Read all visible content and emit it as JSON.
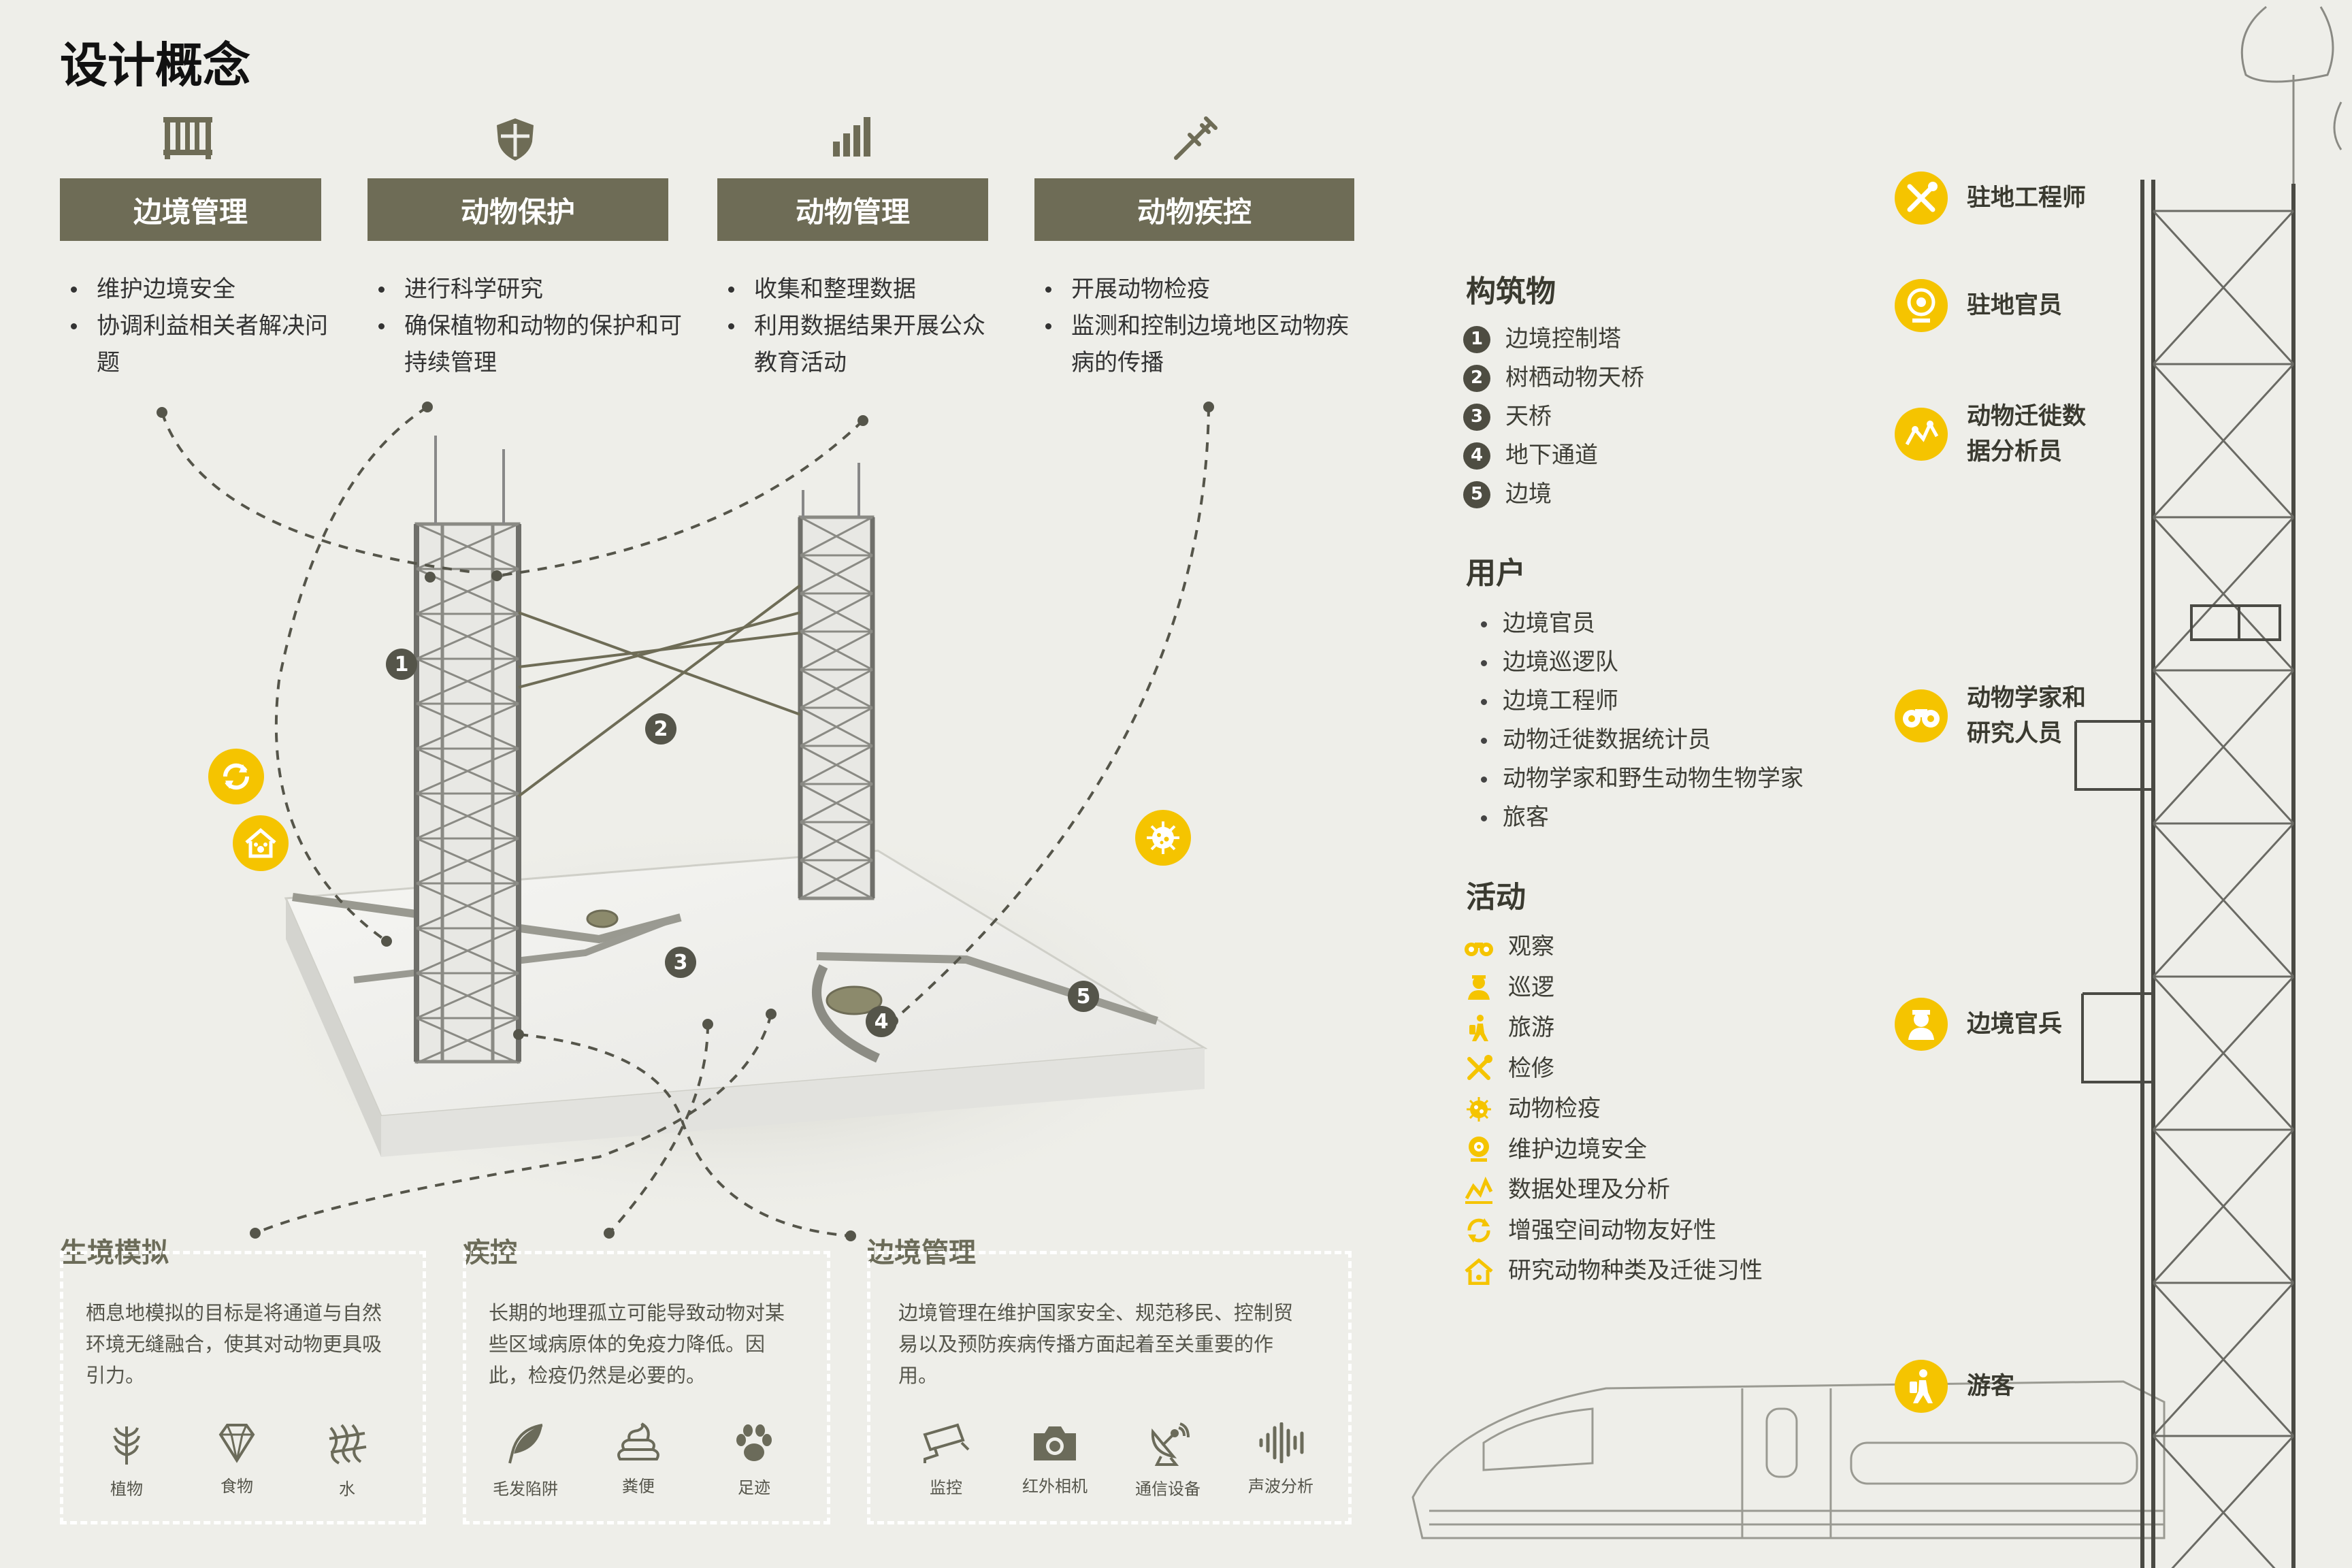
{
  "page_title": "设计概念",
  "tabs": [
    {
      "label": "边境管理",
      "icon": "fence-icon",
      "items": [
        "维护边境安全",
        "协调利益相关者解决问题"
      ]
    },
    {
      "label": "动物保护",
      "icon": "shield-icon",
      "items": [
        "进行科学研究",
        "确保植物和动物的保护和可持续管理"
      ]
    },
    {
      "label": "动物管理",
      "icon": "bar-chart-icon",
      "items": [
        "收集和整理数据",
        "利用数据结果开展公众教育活动"
      ]
    },
    {
      "label": "动物疾控",
      "icon": "syringe-icon",
      "items": [
        "开展动物检疫",
        "监测和控制边境地区动物疾病的传播"
      ]
    }
  ],
  "structures": {
    "heading": "构筑物",
    "items": [
      {
        "num": "1",
        "label": "边境控制塔"
      },
      {
        "num": "2",
        "label": "树栖动物天桥"
      },
      {
        "num": "3",
        "label": "天桥"
      },
      {
        "num": "4",
        "label": "地下通道"
      },
      {
        "num": "5",
        "label": "边境"
      }
    ]
  },
  "users": {
    "heading": "用户",
    "items": [
      "边境官员",
      "边境巡逻队",
      "边境工程师",
      "动物迁徙数据统计员",
      "动物学家和野生动物生物学家",
      "旅客"
    ]
  },
  "activities": {
    "heading": "活动",
    "items": [
      {
        "icon": "binoculars-icon",
        "label": "观察"
      },
      {
        "icon": "patrol-person-icon",
        "label": "巡逻"
      },
      {
        "icon": "traveler-icon",
        "label": "旅游"
      },
      {
        "icon": "tools-icon",
        "label": "检修"
      },
      {
        "icon": "virus-icon",
        "label": "动物检疫"
      },
      {
        "icon": "webcam-icon",
        "label": "维护边境安全"
      },
      {
        "icon": "data-line-icon",
        "label": "数据处理及分析"
      },
      {
        "icon": "refresh-icon",
        "label": "增强空间动物友好性"
      },
      {
        "icon": "animal-house-icon",
        "label": "研究动物种类及迁徙习性"
      }
    ],
    "accent_color": "#f5c400"
  },
  "roles": [
    {
      "icon": "tools-icon",
      "lines": [
        "驻地工程师"
      ]
    },
    {
      "icon": "webcam-icon",
      "lines": [
        "驻地官员"
      ]
    },
    {
      "icon": "data-line-icon",
      "lines": [
        "动物迁徙数",
        "据分析员"
      ]
    },
    {
      "icon": "binoculars-icon",
      "lines": [
        "动物学家和",
        "研究人员"
      ]
    },
    {
      "icon": "officer-icon",
      "lines": [
        "边境官兵"
      ]
    },
    {
      "icon": "traveler-icon",
      "lines": [
        "游客"
      ]
    }
  ],
  "diagram": {
    "markers": [
      "1",
      "2",
      "3",
      "4",
      "5"
    ],
    "side_icons": [
      "refresh-icon",
      "animal-house-icon",
      "virus-icon"
    ]
  },
  "cards": [
    {
      "heading": "生境模拟",
      "text": [
        "栖息地模拟的目标是将通道与自然",
        "环境无缝融合，使其对动物更具吸",
        "引力。"
      ],
      "icons": [
        {
          "icon": "plant-icon",
          "label": "植物"
        },
        {
          "icon": "gem-icon",
          "label": "食物"
        },
        {
          "icon": "water-icon",
          "label": "水"
        }
      ]
    },
    {
      "heading": "疾控",
      "text": [
        "长期的地理孤立可能导致动物对某",
        "些区域病原体的免疫力降低。因",
        "此，检疫仍然是必要的。"
      ],
      "icons": [
        {
          "icon": "feather-icon",
          "label": "毛发陷阱"
        },
        {
          "icon": "dung-icon",
          "label": "粪便"
        },
        {
          "icon": "paw-icon",
          "label": "足迹"
        }
      ]
    },
    {
      "heading": "边境管理",
      "text": [
        "边境管理在维护国家安全、规范移民、控制贸",
        "易以及预防疾病传播方面起着至关重要的作",
        "用。"
      ],
      "icons": [
        {
          "icon": "cctv-icon",
          "label": "监控"
        },
        {
          "icon": "camera-icon",
          "label": "红外相机"
        },
        {
          "icon": "satellite-dish-icon",
          "label": "通信设备"
        },
        {
          "icon": "sound-wave-icon",
          "label": "声波分析"
        }
      ]
    }
  ],
  "colors": {
    "tab_bg": "#6e6c56",
    "accent": "#f5c400",
    "background": "#eeeee9"
  }
}
